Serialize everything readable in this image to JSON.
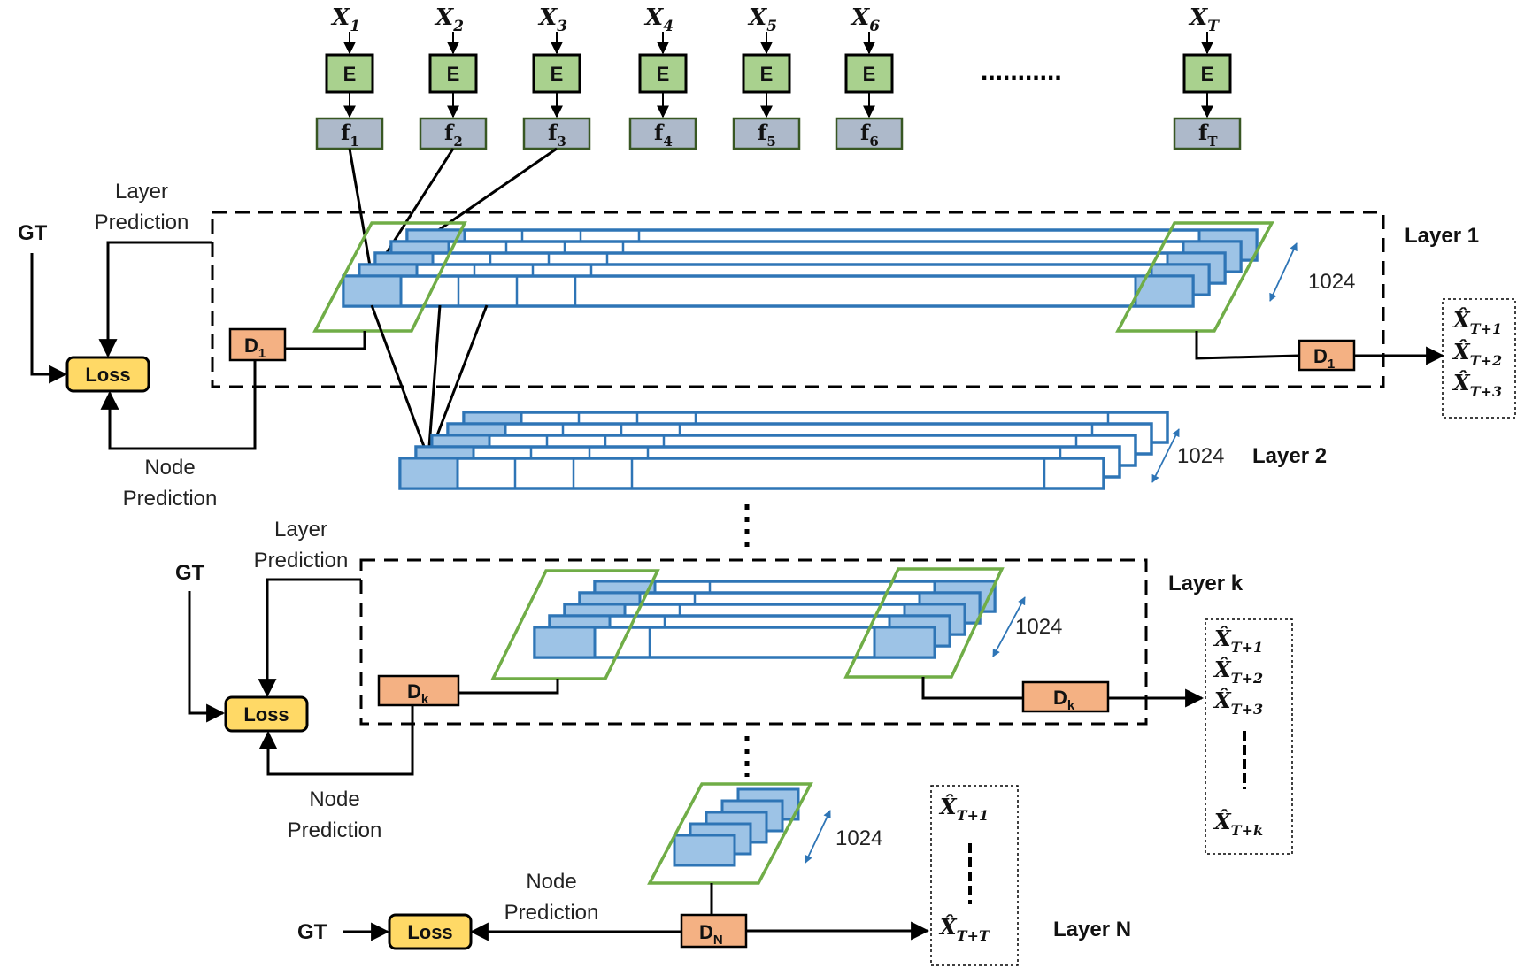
{
  "inputs": [
    "X1",
    "X2",
    "X3",
    "X4",
    "X5",
    "X6",
    "XT"
  ],
  "encoder_label": "E",
  "features": [
    "f1",
    "f2",
    "f3",
    "f4",
    "f5",
    "f6",
    "fT"
  ],
  "ellipsis_dots": "...........",
  "gt_label": "GT",
  "loss_label": "Loss",
  "layer_prediction_label": [
    "Layer",
    "Prediction"
  ],
  "node_prediction_label": [
    "Node",
    "Prediction"
  ],
  "dim_label": "1024",
  "layers": {
    "layer1": {
      "title": "Layer 1",
      "decoder": "D1",
      "outputs": [
        "X̂T+1",
        "X̂T+2",
        "X̂T+3"
      ]
    },
    "layer2": {
      "title": "Layer 2"
    },
    "layerk": {
      "title": "Layer k",
      "decoder": "Dk",
      "outputs": [
        "X̂T+1",
        "X̂T+2",
        "X̂T+3",
        "X̂T+k"
      ]
    },
    "layerN": {
      "title": "Layer N",
      "decoder": "DN",
      "outputs": [
        "X̂T+1",
        "X̂T+T"
      ]
    }
  },
  "colors": {
    "encoder_fill": "#a9d18e",
    "feature_fill": "#adb9ca",
    "decoder_fill": "#f4b183",
    "loss_fill": "#ffd966",
    "lstm_stroke": "#2e75b6",
    "lstm_cell_fill": "#9dc3e6",
    "window_stroke": "#70ad47"
  }
}
